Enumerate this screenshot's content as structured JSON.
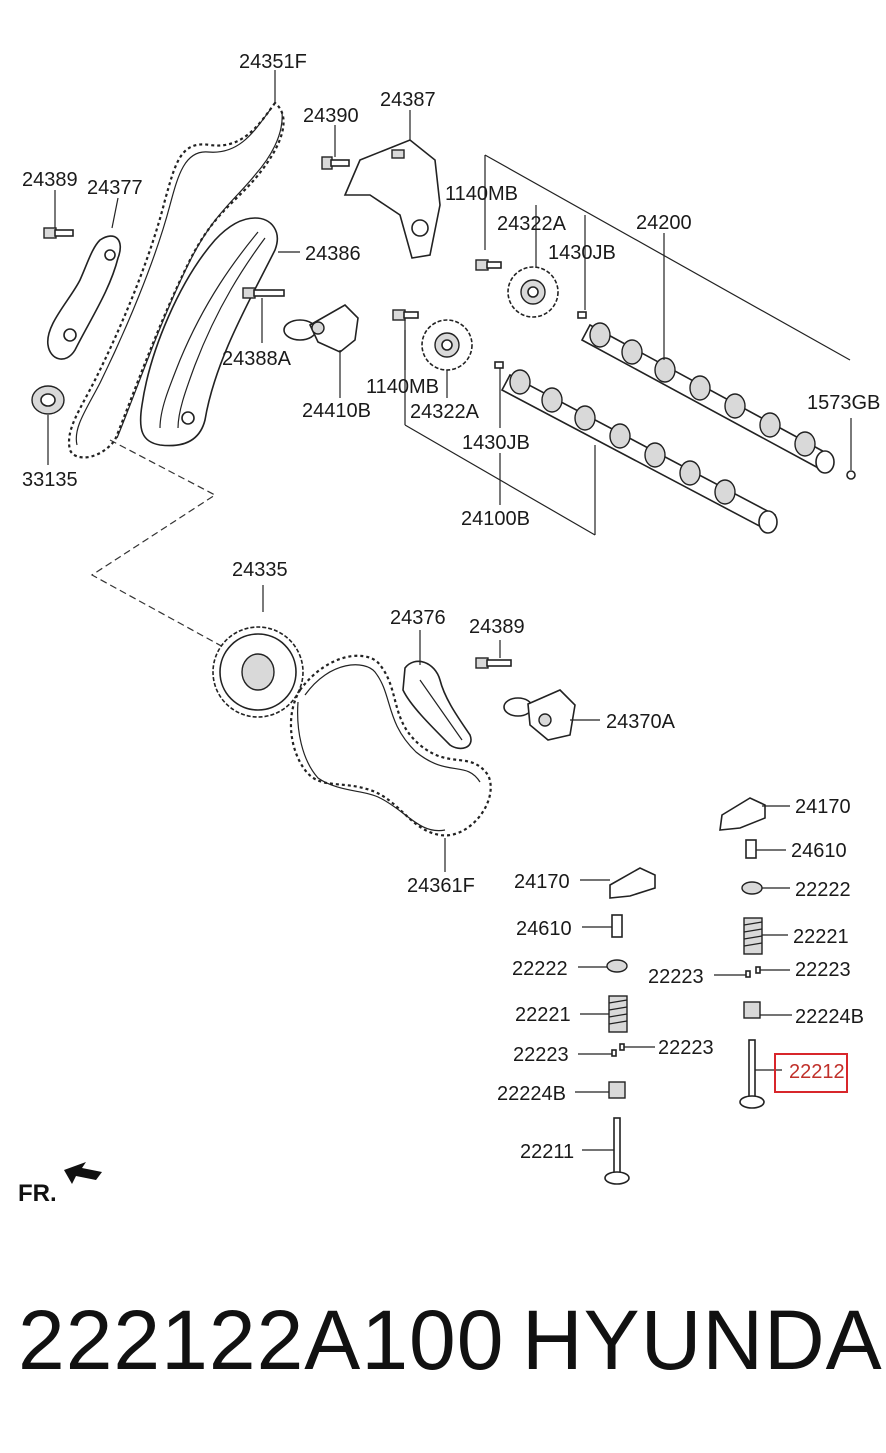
{
  "callouts": {
    "c24351F": "24351F",
    "c24390": "24390",
    "c24387": "24387",
    "c24389a": "24389",
    "c24377": "24377",
    "c1140MBa": "1140MB",
    "c24322Aa": "24322A",
    "c24200": "24200",
    "c1430JBa": "1430JB",
    "c24386": "24386",
    "c24388A": "24388A",
    "c1140MBb": "1140MB",
    "c24410B": "24410B",
    "c24322Ab": "24322A",
    "c1573GB": "1573GB",
    "c33135": "33135",
    "c1430JBb": "1430JB",
    "c24100B": "24100B",
    "c24335": "24335",
    "c24376": "24376",
    "c24389b": "24389",
    "c24370A": "24370A",
    "c24170a": "24170",
    "c24610a": "24610",
    "c22222a": "22222",
    "c24361F": "24361F",
    "c24170b": "24170",
    "c22221a": "22221",
    "c24610b": "24610",
    "c22223a": "22223",
    "c22223b": "22223",
    "c22222b": "22222",
    "c22224Ba": "22224B",
    "c22221b": "22221",
    "c22212": "22212",
    "c22223c": "22223",
    "c22223d": "22223",
    "c22224Bb": "22224B",
    "c22211": "22211"
  },
  "fr_label": "FR.",
  "part_number": "222122A100",
  "brand": "HYUNDAI",
  "highlight_color": "#d8262b"
}
